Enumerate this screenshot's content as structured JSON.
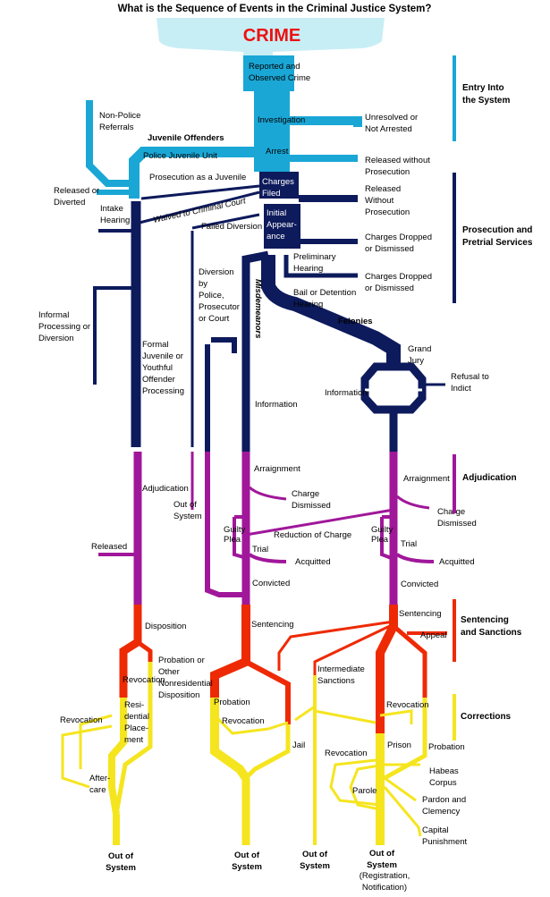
{
  "title": "What is the Sequence of Events in the Criminal Justice System?",
  "crime": "CRIME",
  "colors": {
    "entry": "#1aa7d6",
    "prosecution": "#0d1a5c",
    "adjudication": "#a0179a",
    "sentencing": "#ee2a05",
    "corrections": "#f5e51f"
  },
  "stages": {
    "entry": [
      "Entry Into",
      "the System"
    ],
    "prosecution": [
      "Prosecution and",
      "Pretrial Services"
    ],
    "adjudication": [
      "Adjudication"
    ],
    "sentencing": [
      "Sentencing",
      "and Sanctions"
    ],
    "corrections": [
      "Corrections"
    ]
  },
  "labels": {
    "reported": [
      "Reported and",
      "Observed Crime"
    ],
    "investigation": "Investigation",
    "arrest": "Arrest",
    "charges_filed": [
      "Charges",
      "Filed"
    ],
    "initial_appearance": [
      "Initial",
      "Appear-",
      "ance"
    ],
    "unresolved": [
      "Unresolved or",
      "Not Arrested"
    ],
    "released_without_pros1": [
      "Released without",
      "Prosecution"
    ],
    "released_without_pros2": [
      "Released",
      "Without",
      "Prosecution"
    ],
    "charges_dropped1": [
      "Charges Dropped",
      "or Dismissed"
    ],
    "charges_dropped2": [
      "Charges Dropped",
      "or Dismissed"
    ],
    "non_police": [
      "Non-Police",
      "Referrals"
    ],
    "juvenile_offenders": "Juvenile Offenders",
    "police_juvenile_unit": "Police Juvenile Unit",
    "prosecution_as_juvenile": "Prosecution as a Juvenile",
    "released_or_diverted": [
      "Released or",
      "Diverted"
    ],
    "intake_hearing": [
      "Intake",
      "Hearing"
    ],
    "waived": "Waived to Criminal Court",
    "failed_diversion": "Failed Diversion",
    "diversion_by_police": [
      "Diversion",
      "by",
      "Police,",
      "Prosecutor",
      "or Court"
    ],
    "preliminary_hearing": [
      "Preliminary",
      "Hearing"
    ],
    "bail": [
      "Bail or Detention",
      "Hearing"
    ],
    "misdemeanors": "Misdemeanors",
    "felonies": "Felonies",
    "informal": [
      "Informal",
      "Processing or",
      "Diversion"
    ],
    "formal_juvenile": [
      "Formal",
      "Juvenile or",
      "Youthful",
      "Offender",
      "Processing"
    ],
    "grand_jury": [
      "Grand",
      "Jury"
    ],
    "refusal": [
      "Refusal to",
      "Indict"
    ],
    "information_felony": "Information",
    "information_misd": "Information",
    "adjudication": "Adjudication",
    "out_of_system_mid": [
      "Out of",
      "System"
    ],
    "arraignment_misd": "Arraignment",
    "arraignment_fel": "Arraignment",
    "charge_dismissed_misd": [
      "Charge",
      "Dismissed"
    ],
    "charge_dismissed_fel": [
      "Charge",
      "Dismissed"
    ],
    "released_juv": "Released",
    "guilty_plea_misd": [
      "Guilty",
      "Plea"
    ],
    "guilty_plea_fel": [
      "Guilty",
      "Plea"
    ],
    "reduction": "Reduction of Charge",
    "trial_misd": "Trial",
    "trial_fel": "Trial",
    "acquitted_misd": "Acquitted",
    "acquitted_fel": "Acquitted",
    "convicted_misd": "Convicted",
    "convicted_fel": "Convicted",
    "disposition": "Disposition",
    "sentencing_misd": "Sentencing",
    "sentencing_fel": "Sentencing",
    "appeal": "Appeal",
    "revocation_juv": "Revocation",
    "probation_juv": [
      "Probation or",
      "Other",
      "Nonresidential",
      "Disposition"
    ],
    "residential": [
      "Resi-",
      "dential",
      "Place-",
      "ment"
    ],
    "revocation_left": "Revocation",
    "aftercare": [
      "After-",
      "care"
    ],
    "probation_misd": "Probation",
    "revocation_misd": "Revocation",
    "jail": "Jail",
    "intermediate": [
      "Intermediate",
      "Sanctions"
    ],
    "revocation_fel": "Revocation",
    "prison": "Prison",
    "probation_fel": "Probation",
    "revocation_parole": "Revocation",
    "parole": "Parole",
    "habeas": [
      "Habeas",
      "Corpus"
    ],
    "pardon": [
      "Pardon and",
      "Clemency"
    ],
    "capital": [
      "Capital",
      "Punishment"
    ],
    "out1": [
      "Out of",
      "System"
    ],
    "out2": [
      "Out of",
      "System"
    ],
    "out3": [
      "Out of",
      "System"
    ],
    "out4": [
      "Out of",
      "System",
      "(Registration,",
      "Notification)"
    ]
  }
}
